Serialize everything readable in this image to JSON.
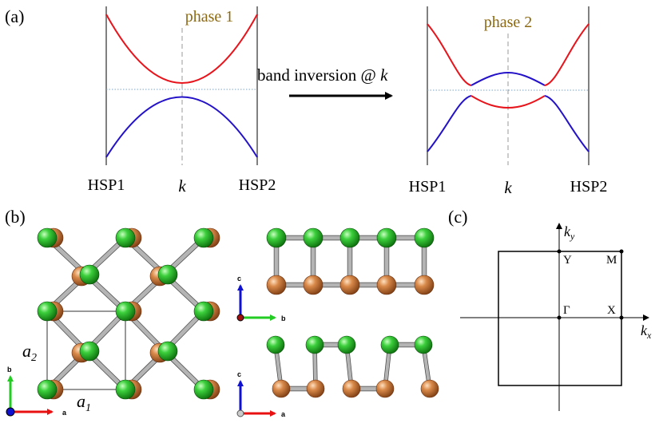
{
  "panel_labels": {
    "a": "(a)",
    "b": "(b)",
    "c": "(c)"
  },
  "panel_a": {
    "left": {
      "phase": "phase 1",
      "left_point": "HSP1",
      "mid_point": "k",
      "right_point": "HSP2"
    },
    "right": {
      "phase": "phase 2",
      "left_point": "HSP1",
      "mid_point": "k",
      "right_point": "HSP2"
    },
    "arrow_label": "band inversion @ ",
    "arrow_label_k": "k"
  },
  "panel_b": {
    "lattice_vectors": {
      "a2": "a",
      "a2_sub": "2",
      "a1": "a",
      "a1_sub": "1"
    },
    "axes": {
      "top_view": {
        "up": "b",
        "right": "a"
      },
      "side_view_1": {
        "up": "c",
        "right": "b"
      },
      "side_view_2": {
        "up": "c",
        "right": "a"
      }
    }
  },
  "panel_c": {
    "ky": "k",
    "ky_sub": "y",
    "kx": "k",
    "kx_sub": "x",
    "points": {
      "gamma": "Γ",
      "x": "X",
      "y": "Y",
      "m": "M"
    }
  },
  "colors": {
    "conduction_band": "#e8141c",
    "valence_band": "#2412c8",
    "atom_green": "#22b022",
    "atom_copper": "#c87838",
    "bond": "#8a8a8a",
    "phase_text": "#8b6914",
    "axis_red": "#e81010",
    "axis_green": "#22cc22",
    "axis_blue": "#1010d0"
  }
}
